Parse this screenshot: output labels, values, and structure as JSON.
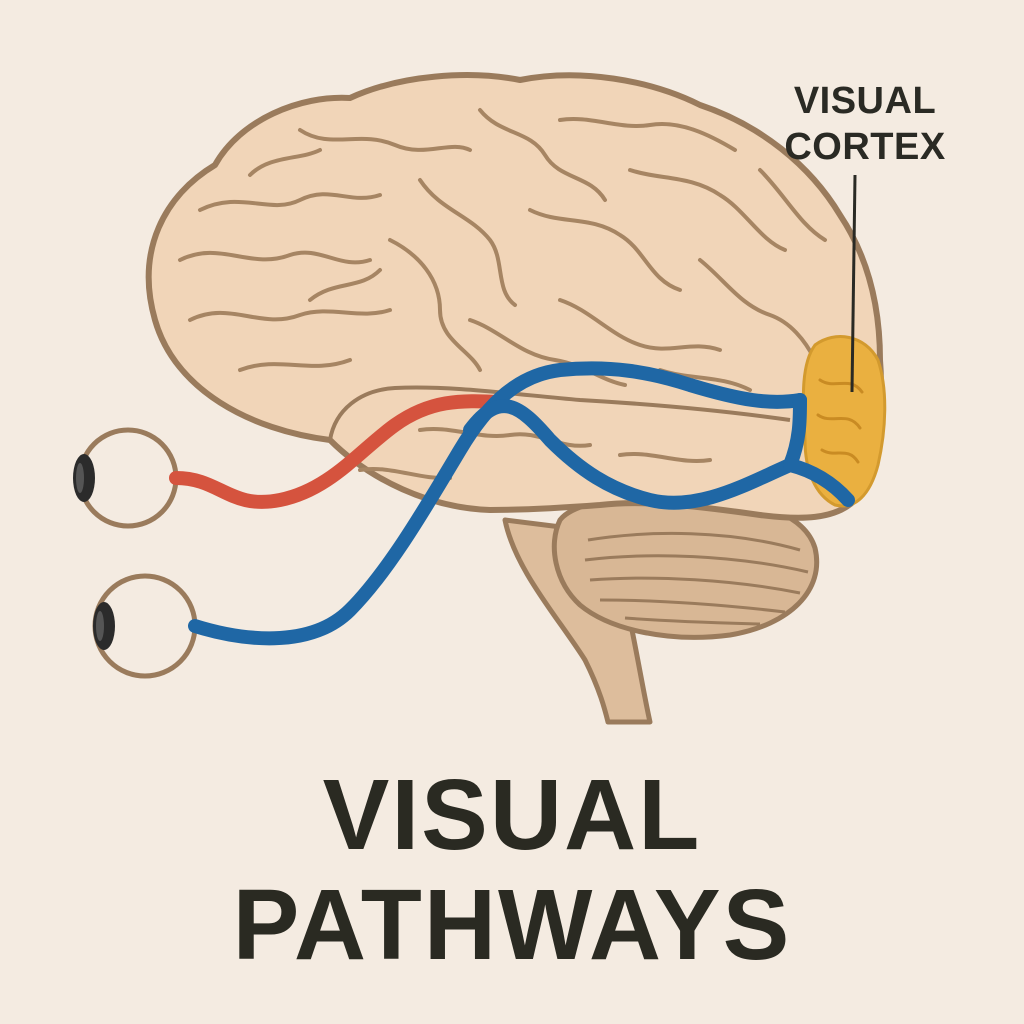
{
  "labels": {
    "cortex_line1": "VISUAL",
    "cortex_line2": "CORTEX"
  },
  "title": {
    "line1": "VISUAL",
    "line2": "PATHWAYS"
  },
  "colors": {
    "background": "#f4ebe1",
    "brain_fill": "#f1d5b8",
    "brain_outline": "#9a7b5c",
    "cerebellum_fill": "#d8b795",
    "brainstem_fill": "#ddbd9c",
    "visual_cortex": "#eab040",
    "left_eye_pathway": "#d5533e",
    "right_eye_pathway": "#1f67a5",
    "eye_pupil": "#2b2b2b",
    "text": "#2a2a24"
  },
  "icons": {
    "eye_top": "eye-icon",
    "eye_bottom": "eye-icon",
    "brain": "brain-icon"
  }
}
